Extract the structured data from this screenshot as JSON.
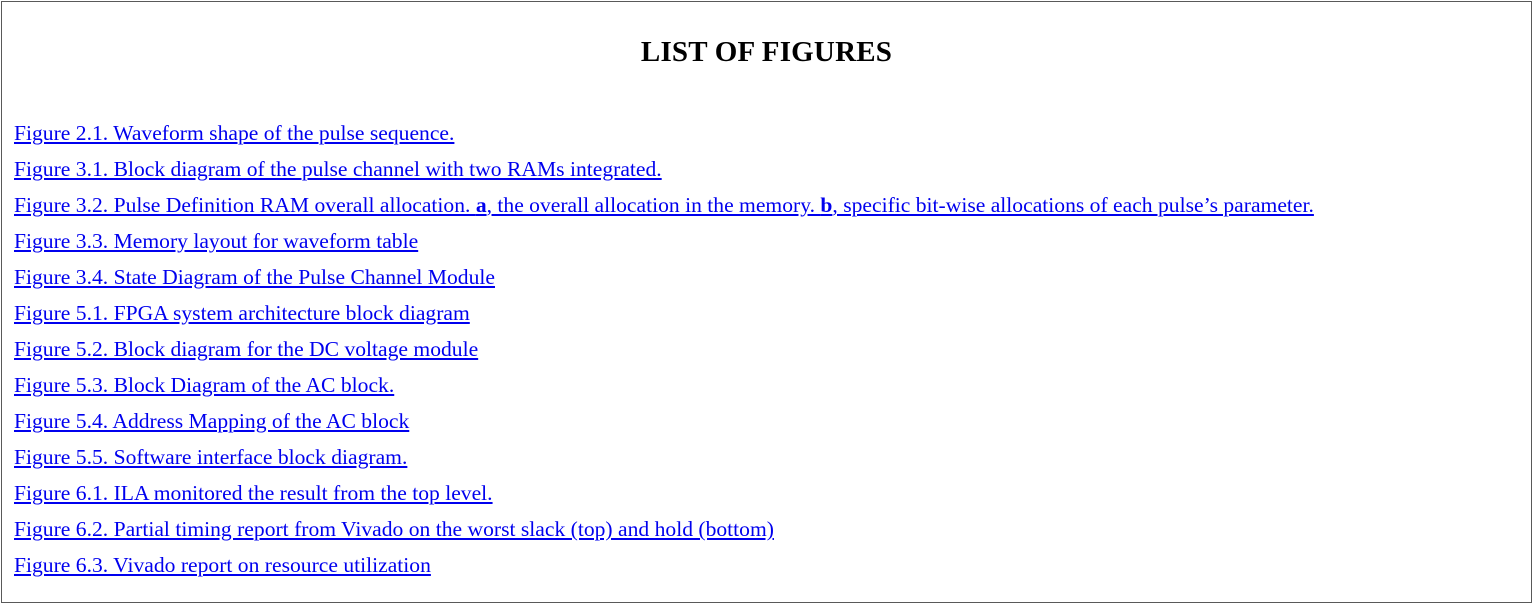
{
  "title": "LIST OF FIGURES",
  "colors": {
    "link": "#0000ee",
    "text": "#000000",
    "border": "#595959"
  },
  "figures": [
    {
      "label": "Figure 2.1. Waveform shape of the pulse sequence."
    },
    {
      "label": "Figure 3.1. Block diagram of the pulse channel with two RAMs integrated."
    },
    {
      "label_part1": "Figure 3.2. Pulse Definition RAM overall allocation. ",
      "label_bold_a": "a",
      "label_part2": ", the overall allocation in the memory. ",
      "label_bold_b": "b",
      "label_part3": ", specific bit-wise allocations of each pulse’s parameter."
    },
    {
      "label": "Figure 3.3. Memory layout for waveform table"
    },
    {
      "label": "Figure 3.4. State Diagram of the Pulse Channel Module"
    },
    {
      "label": "Figure 5.1. FPGA system architecture block diagram"
    },
    {
      "label": "Figure 5.2. Block diagram for the DC voltage module"
    },
    {
      "label": "Figure 5.3. Block Diagram of the AC block."
    },
    {
      "label": "Figure 5.4. Address Mapping of the AC block"
    },
    {
      "label": "Figure 5.5. Software interface block diagram."
    },
    {
      "label": "Figure 6.1. ILA monitored the result from the top level."
    },
    {
      "label": "Figure 6.2. Partial timing report from Vivado on the worst slack (top) and hold (bottom)"
    },
    {
      "label": "Figure 6.3. Vivado report on resource utilization"
    }
  ]
}
